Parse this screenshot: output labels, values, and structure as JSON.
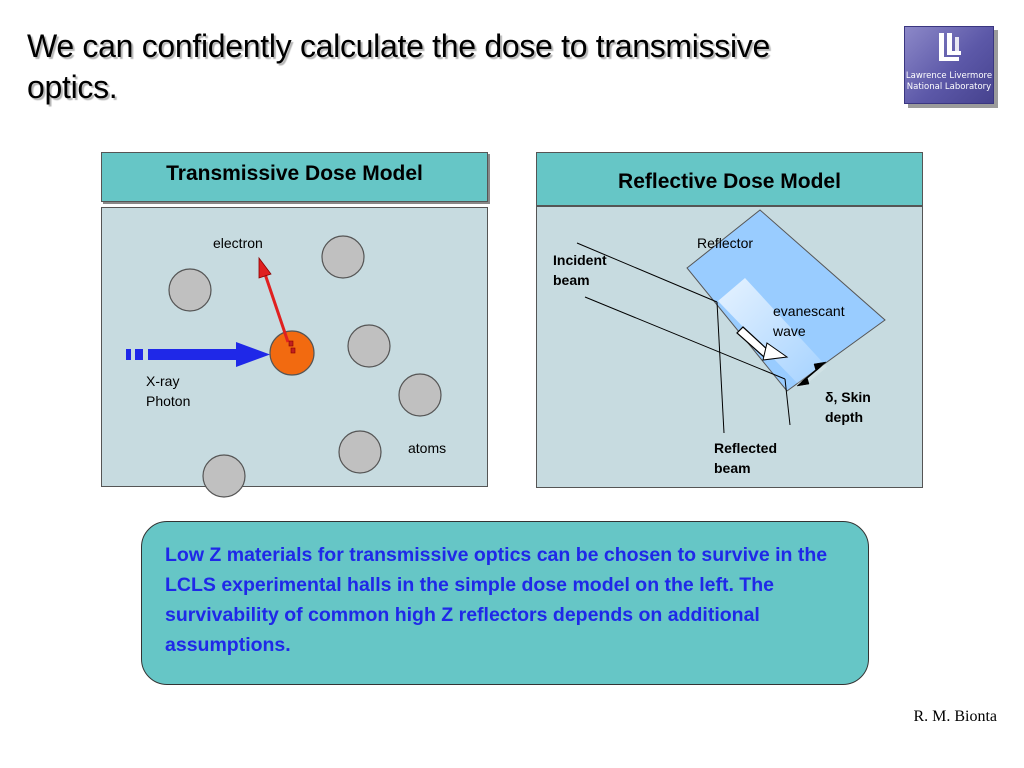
{
  "slide": {
    "title": "We can confidently calculate the dose to transmissive optics.",
    "author": "R. M. Bionta"
  },
  "logo": {
    "line1": "Lawrence Livermore",
    "line2": "National Laboratory",
    "colors": {
      "top": "#8c88c8",
      "bottom": "#46428e"
    }
  },
  "left_panel": {
    "header": "Transmissive Dose Model",
    "labels": {
      "electron": "electron",
      "photon_line1": "X-ray",
      "photon_line2": "Photon",
      "atoms": "atoms"
    }
  },
  "right_panel": {
    "header": "Reflective Dose Model",
    "labels": {
      "reflector": "Reflector",
      "incident_line1": "Incident",
      "incident_line2": "beam",
      "evanescent_line1": "evanescant",
      "evanescent_line2": "wave",
      "skin_line1": "δ, Skin",
      "skin_line2": "depth",
      "reflected_line1": "Reflected",
      "reflected_line2": "beam"
    }
  },
  "callout": {
    "text": "Low Z materials for transmissive optics can be chosen to survive in the LCLS experimental halls in the simple dose model on the left. The survivability of common high Z reflectors depends on additional assumptions."
  },
  "colors": {
    "header_fill": "#66c6c6",
    "panel_fill": "#c7dbe0",
    "atom_fill": "#c0c0c0",
    "hit_atom_fill": "#f26a10",
    "photon_arrow": "#1f28e8",
    "electron_arrow": "#e02020",
    "reflector_fill": "#99ccff",
    "callout_text": "#1f28e8"
  }
}
